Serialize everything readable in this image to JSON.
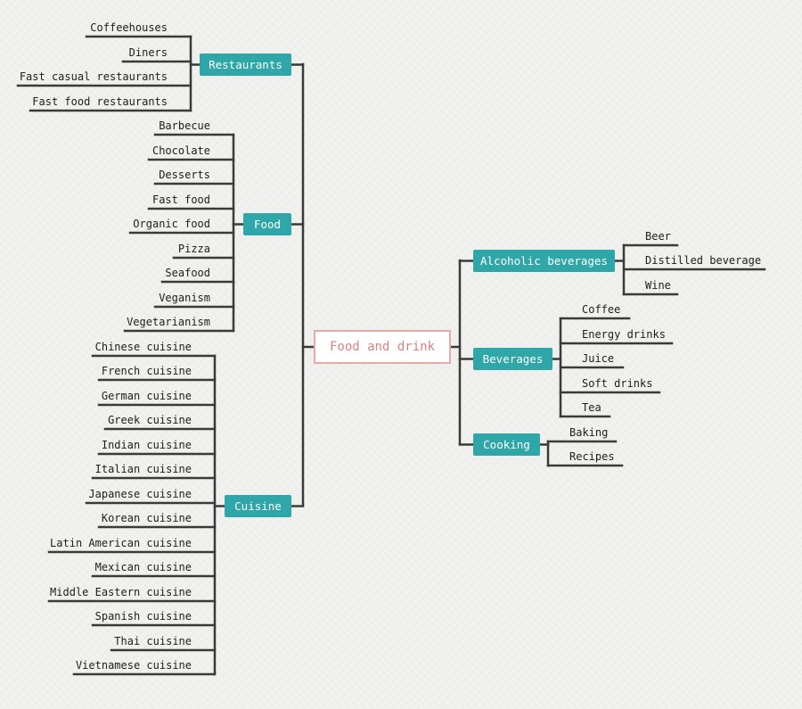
{
  "root": {
    "label": "Food and drink"
  },
  "left_branches": [
    {
      "key": "restaurants",
      "label": "Restaurants",
      "children": [
        "Coffeehouses",
        "Diners",
        "Fast casual restaurants",
        "Fast food restaurants"
      ]
    },
    {
      "key": "food",
      "label": "Food",
      "children": [
        "Barbecue",
        "Chocolate",
        "Desserts",
        "Fast food",
        "Organic food",
        "Pizza",
        "Seafood",
        "Veganism",
        "Vegetarianism"
      ]
    },
    {
      "key": "cuisine",
      "label": "Cuisine",
      "children": [
        "Chinese cuisine",
        "French cuisine",
        "German cuisine",
        "Greek cuisine",
        "Indian cuisine",
        "Italian cuisine",
        "Japanese cuisine",
        "Korean cuisine",
        "Latin American cuisine",
        "Mexican cuisine",
        "Middle Eastern cuisine",
        "Spanish cuisine",
        "Thai cuisine",
        "Vietnamese cuisine"
      ]
    }
  ],
  "right_branches": [
    {
      "key": "alcoholic-beverages",
      "label": "Alcoholic beverages",
      "children": [
        "Beer",
        "Distilled beverage",
        "Wine"
      ]
    },
    {
      "key": "beverages",
      "label": "Beverages",
      "children": [
        "Coffee",
        "Energy drinks",
        "Juice",
        "Soft drinks",
        "Tea"
      ]
    },
    {
      "key": "cooking",
      "label": "Cooking",
      "children": [
        "Baking",
        "Recipes"
      ]
    }
  ]
}
